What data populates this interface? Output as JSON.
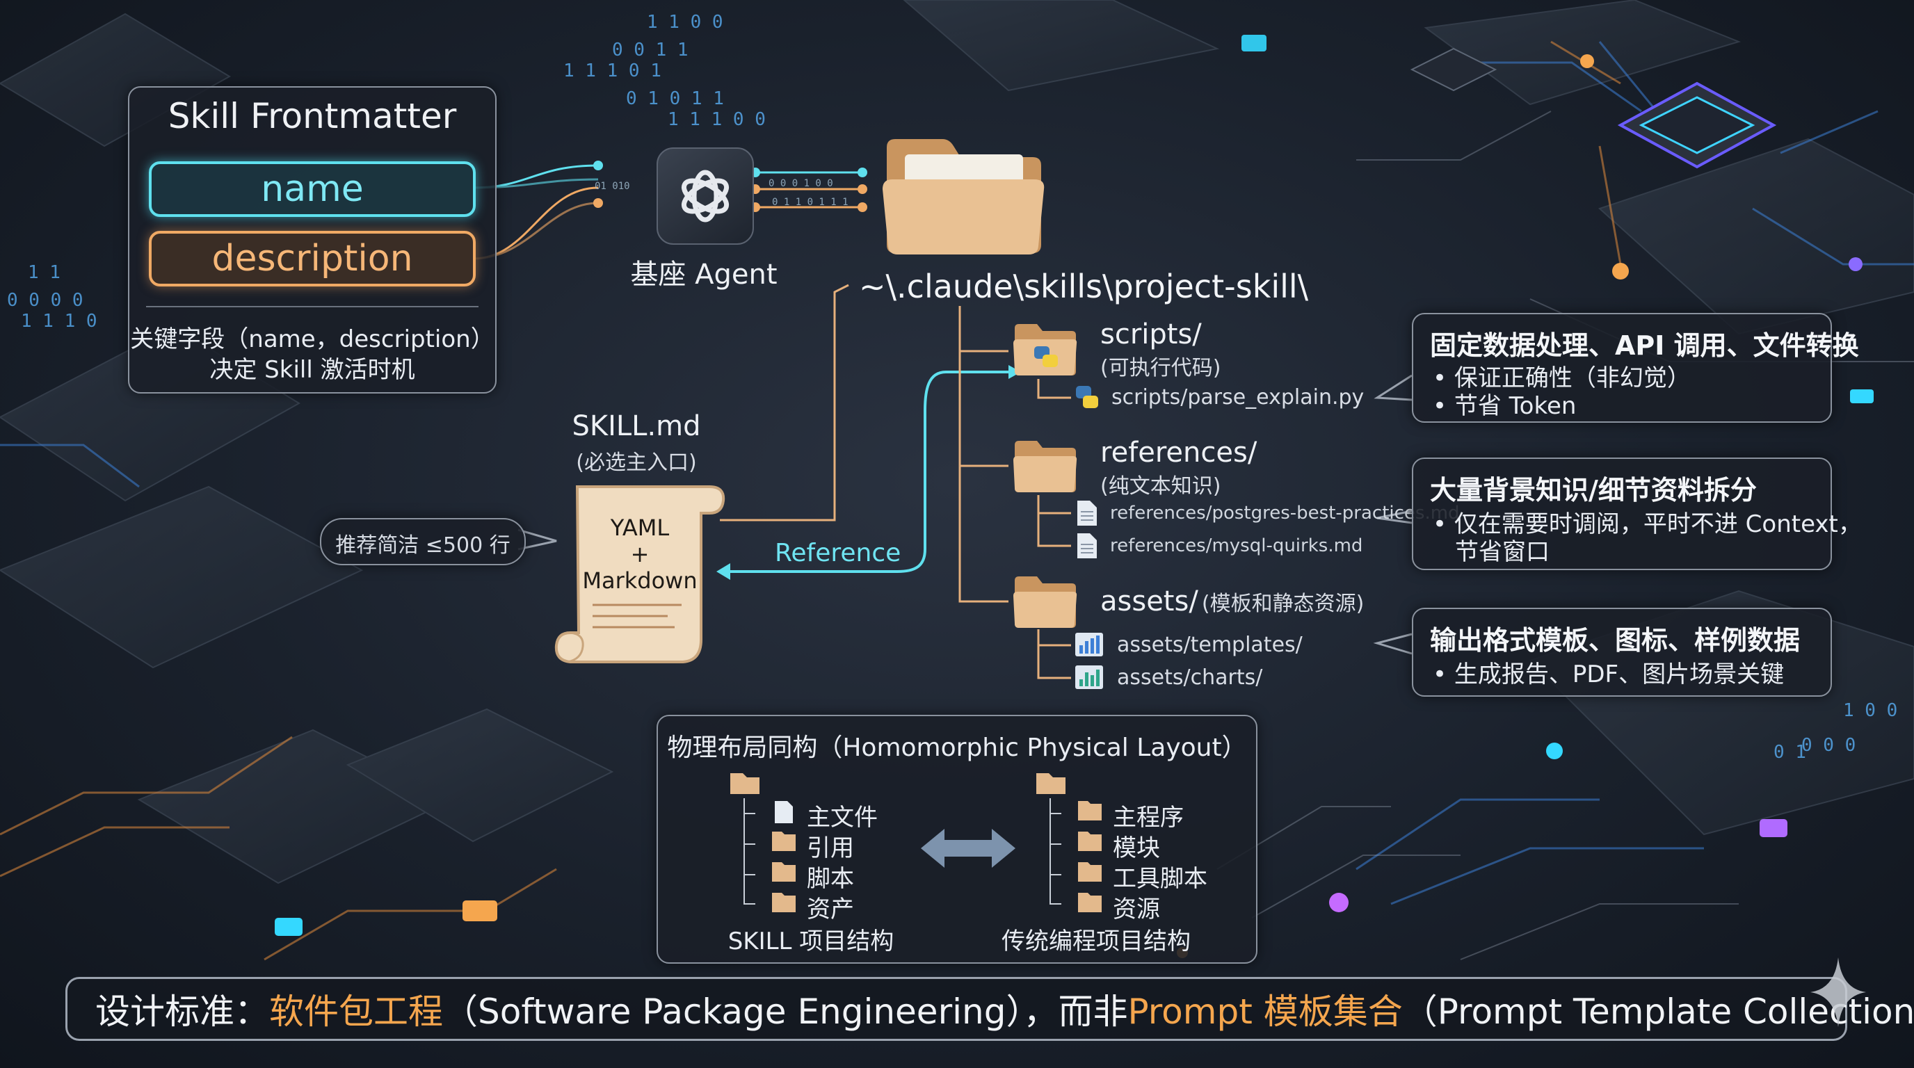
{
  "frontmatter": {
    "title": "Skill Frontmatter",
    "name_field": "name",
    "description_field": "description",
    "note_line1": "关键字段（name，description）",
    "note_line2": "决定 Skill 激活时机"
  },
  "agent": {
    "label": "基座 Agent"
  },
  "skill_path": "~\\.claude\\skills\\project-skill\\",
  "skill_md": {
    "title": "SKILL.md",
    "subtitle": "(必选主入口)",
    "scroll_line1": "YAML",
    "scroll_line2": "+",
    "scroll_line3": "Markdown",
    "tip": "推荐简洁 ≤500 行",
    "reference_label": "Reference"
  },
  "tree": {
    "scripts": {
      "name": "scripts/",
      "desc": "(可执行代码)",
      "files": [
        "scripts/parse_explain.py"
      ]
    },
    "references": {
      "name": "references/",
      "desc": "(纯文本知识)",
      "files": [
        "references/postgres-best-practices.md",
        "references/mysql-quirks.md"
      ]
    },
    "assets": {
      "name": "assets/",
      "desc": "(模板和静态资源)",
      "files": [
        "assets/templates/",
        "assets/charts/"
      ]
    }
  },
  "callouts": [
    {
      "title": "固定数据处理、API 调用、文件转换",
      "lines": [
        "• 保证正确性（非幻觉）",
        "• 节省 Token"
      ]
    },
    {
      "title": "大量背景知识/细节资料拆分",
      "lines": [
        "• 仅在需要时调阅，平时不进 Context，",
        "节省窗口"
      ]
    },
    {
      "title": "输出格式模板、图标、样例数据",
      "lines": [
        "• 生成报告、PDF、图片场景关键"
      ]
    }
  ],
  "layout_box": {
    "title": "物理布局同构（Homomorphic Physical Layout）",
    "left_items": [
      "主文件",
      "引用",
      "脚本",
      "资产"
    ],
    "left_caption": "SKILL 项目结构",
    "right_items": [
      "主程序",
      "模块",
      "工具脚本",
      "资源"
    ],
    "right_caption": "传统编程项目结构"
  },
  "footer": {
    "prefix": "设计标准：",
    "highlight1": "软件包工程",
    "middle": "（Software Package Engineering），而非 ",
    "highlight2": "Prompt 模板集合",
    "suffix": "（Prompt Template Collection）"
  },
  "colors": {
    "cyan": "#5fe0ee",
    "orange": "#f0a964",
    "accent_text": "#f5a64e",
    "folder": "#e3b98c"
  },
  "icons": [
    "openai-logo-icon",
    "folder-icon",
    "python-icon",
    "document-icon",
    "chart-icon",
    "scroll-icon",
    "double-arrow-icon",
    "sparkle-icon"
  ]
}
